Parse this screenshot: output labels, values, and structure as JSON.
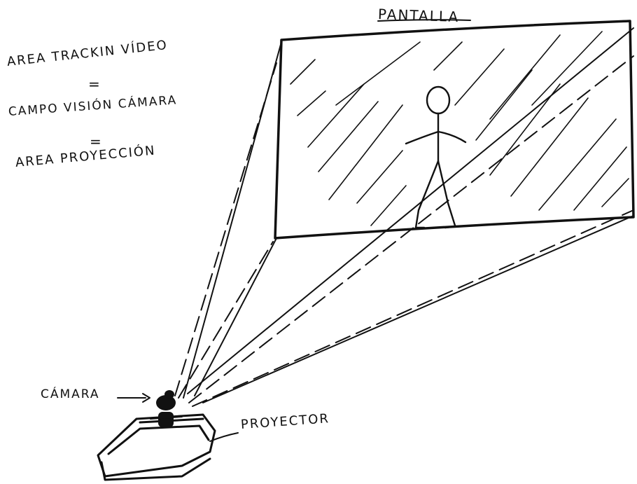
{
  "labels": {
    "screen": "PANTALLA",
    "equivalence_line1": "AREA TRACKIN VÍDEO",
    "equals_1": "=",
    "equivalence_line2": "CAMPO VISIÓN CÁMARA",
    "equals_2": "=",
    "equivalence_line3": "AREA PROYECCIÓN",
    "camera": "CÁMARA",
    "projector": "PROYECTOR"
  },
  "colors": {
    "ink": "#111111",
    "paper": "#ffffff"
  }
}
